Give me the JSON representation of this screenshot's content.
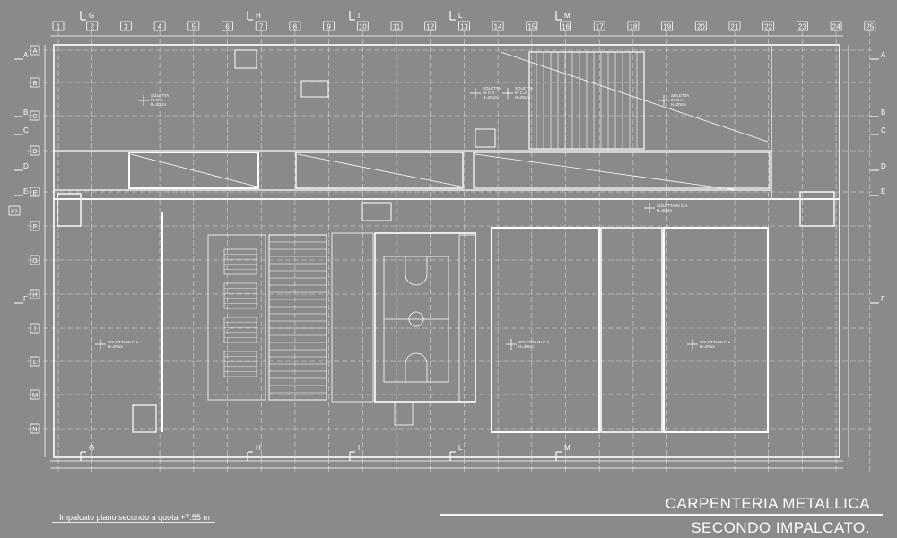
{
  "title": {
    "main": "CARPENTERIA METALLICA",
    "sub": "SECONDO IMPALCATO."
  },
  "caption": "Impalcato piano secondo a quota +7.55 m",
  "grid": {
    "columns": [
      "1",
      "2",
      "3",
      "4",
      "5",
      "6",
      "7",
      "8",
      "9",
      "10",
      "11",
      "12",
      "13",
      "14",
      "15",
      "16",
      "17",
      "18",
      "19",
      "20",
      "21",
      "22",
      "23",
      "24",
      "25"
    ],
    "rows": [
      "A",
      "B",
      "C",
      "D",
      "E",
      "F",
      "G",
      "H",
      "I",
      "L",
      "M",
      "N"
    ]
  },
  "section_marks": {
    "vertical": [
      "G",
      "H",
      "I",
      "L",
      "M"
    ],
    "horizontal": [
      "A",
      "B",
      "C",
      "D",
      "E",
      "F"
    ],
    "side_tag": "F2"
  },
  "slab_notes": {
    "small": "SOLETTA IN C.A.",
    "stack_1": "SOLETTA",
    "stack_2": "IN C.A.",
    "stack_3": "H=20cm",
    "thickness": "H=20cm"
  },
  "colors": {
    "background": "#8a8a8a",
    "line": "#ffffff",
    "dashed": "#d6d6d6"
  }
}
